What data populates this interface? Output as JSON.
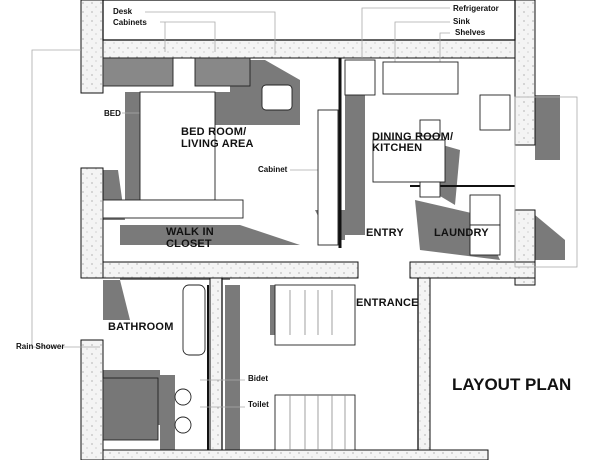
{
  "title": "LAYOUT PLAN",
  "rooms": {
    "bedroom_line1": "BED ROOM/",
    "bedroom_line2": "LIVING AREA",
    "dining_line1": "DINING ROOM/",
    "dining_line2": "KITCHEN",
    "closet_line1": "WALK IN",
    "closet_line2": "CLOSET",
    "entry": "ENTRY",
    "laundry": "LAUNDRY",
    "entrance": "ENTRANCE",
    "bathroom": "BATHROOM"
  },
  "annotations": {
    "desk": "Desk",
    "cabinets": "Cabinets",
    "refrigerator": "Refrigerator",
    "sink": "Sink",
    "shelves": "Shelves",
    "bed": "BED",
    "cabinet": "Cabinet",
    "rain_shower": "Rain Shower",
    "bidet": "Bidet",
    "toilet": "Toilet"
  },
  "colors": {
    "wall": "#f2f2f2",
    "shadow": "#7a7a7a",
    "line": "#111111"
  }
}
